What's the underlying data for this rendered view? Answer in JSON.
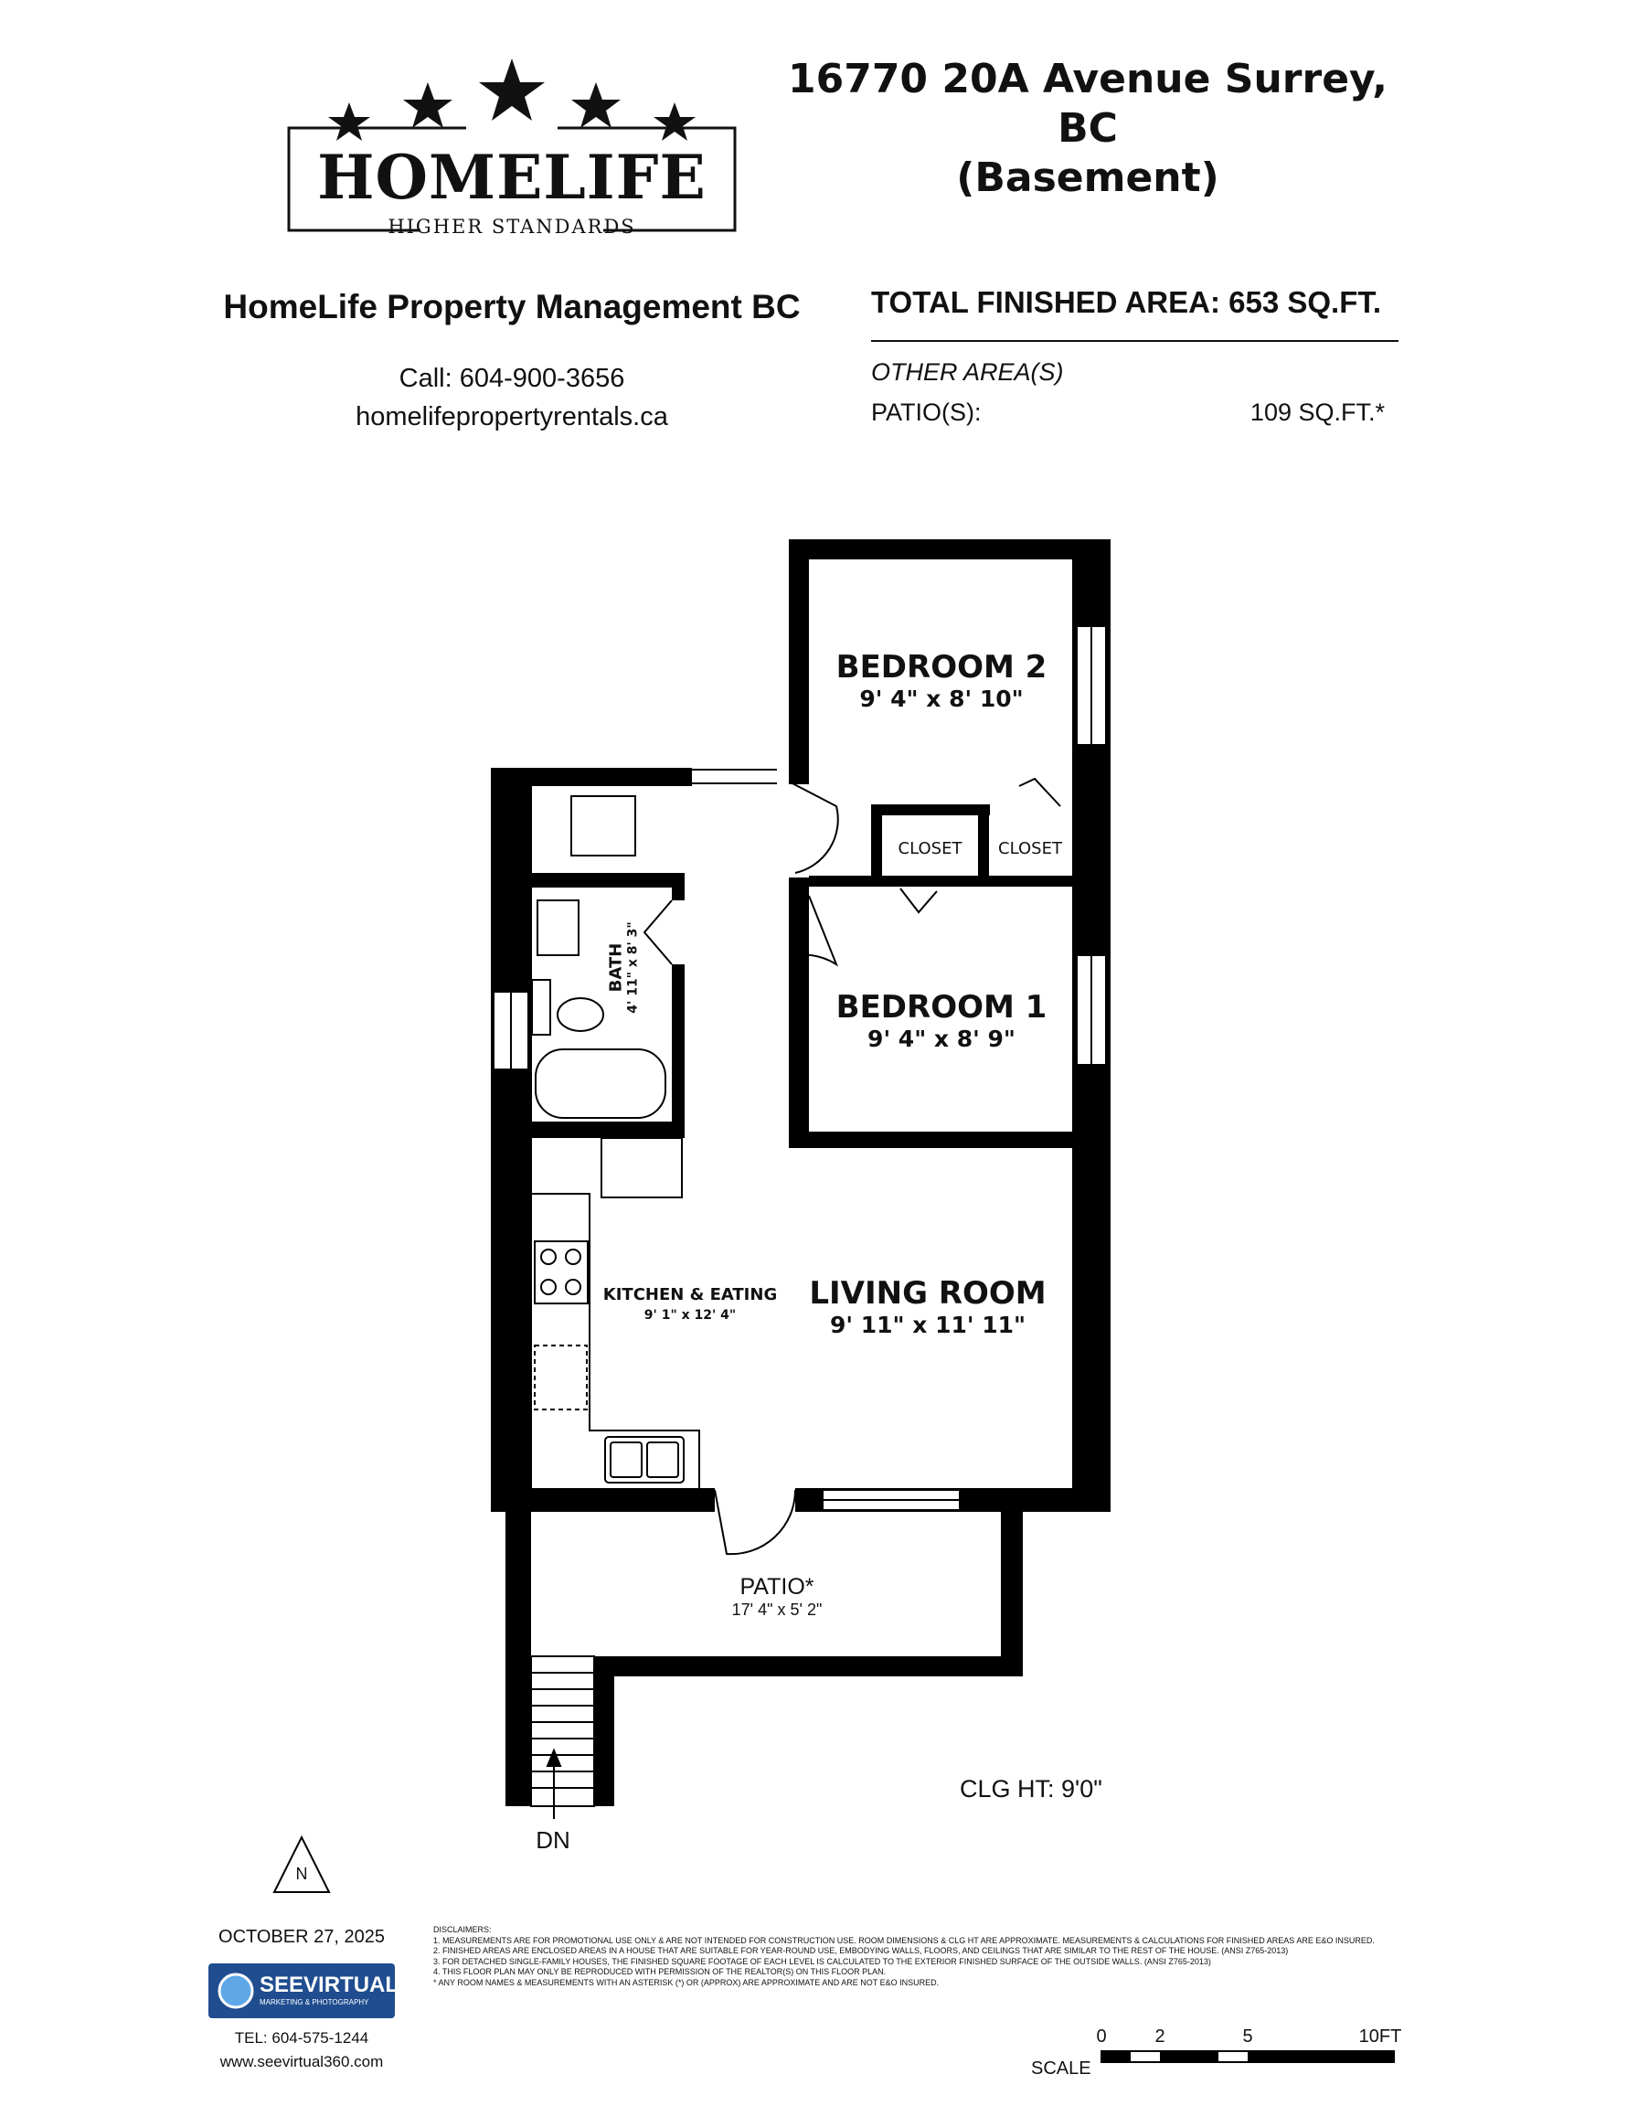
{
  "header": {
    "address_line1": "16770 20A Avenue Surrey, BC",
    "address_line2": "(Basement)"
  },
  "logo": {
    "brand": "HOMELIFE",
    "tagline": "HIGHER STANDARDS",
    "icon": "five-stars-icon"
  },
  "company": {
    "name": "HomeLife Property Management BC",
    "phone": "Call: 604-900-3656",
    "website": "homelifepropertyrentals.ca"
  },
  "area": {
    "total_label": "TOTAL FINISHED AREA:",
    "total_value": "653 SQ.FT.",
    "other_heading": "OTHER AREA(S)",
    "patio_label": "PATIO(S):",
    "patio_value": "109 SQ.FT.*"
  },
  "rooms": {
    "bedroom2": {
      "name": "BEDROOM 2",
      "dims": "9' 4\" x 8' 10\""
    },
    "bedroom1": {
      "name": "BEDROOM 1",
      "dims": "9' 4\" x 8' 9\""
    },
    "closet": "CLOSET",
    "bath": {
      "name": "BATH",
      "dims": "4' 11\" x 8' 3\""
    },
    "kitchen": {
      "name": "KITCHEN & EATING",
      "dims": "9' 1\" x 12' 4\""
    },
    "living": {
      "name": "LIVING ROOM",
      "dims": "9' 11\" x 11' 11\""
    },
    "patio": {
      "name": "PATIO*",
      "dims": "17' 4\" x 5' 2\""
    }
  },
  "labels": {
    "stairs": "DN",
    "ceiling_height": "CLG HT: 9'0\"",
    "north": "N"
  },
  "footer": {
    "date": "OCTOBER 27, 2025",
    "seevirtual_name": "SEEVIRTUAL",
    "seevirtual_sub": "MARKETING & PHOTOGRAPHY",
    "tel": "TEL: 604-575-1244",
    "web": "www.seevirtual360.com",
    "disclaimers_title": "DISCLAIMERS:",
    "disclaimers": [
      "1. MEASUREMENTS ARE FOR PROMOTIONAL USE ONLY & ARE NOT INTENDED FOR CONSTRUCTION USE. ROOM DIMENSIONS & CLG HT ARE APPROXIMATE. MEASUREMENTS & CALCULATIONS FOR FINISHED AREAS ARE E&O INSURED.",
      "2. FINISHED AREAS ARE ENCLOSED AREAS IN A HOUSE THAT ARE SUITABLE FOR YEAR-ROUND USE, EMBODYING WALLS, FLOORS, AND CEILINGS THAT ARE SIMILAR TO THE REST OF THE HOUSE. (ANSI Z765-2013)",
      "3. FOR DETACHED SINGLE-FAMILY HOUSES, THE FINISHED SQUARE FOOTAGE OF EACH LEVEL IS CALCULATED TO THE EXTERIOR FINISHED SURFACE OF THE OUTSIDE WALLS. (ANSI Z765-2013)",
      "4. THIS FLOOR PLAN MAY ONLY BE REPRODUCED WITH PERMISSION OF THE REALTOR(S) ON THIS FLOOR PLAN.",
      "* ANY ROOM NAMES & MEASUREMENTS WITH AN ASTERISK (*) OR (APPROX) ARE APPROXIMATE AND ARE NOT E&O INSURED."
    ]
  },
  "scale": {
    "label": "SCALE",
    "ticks": [
      "0",
      "2",
      "5",
      "10FT"
    ]
  }
}
